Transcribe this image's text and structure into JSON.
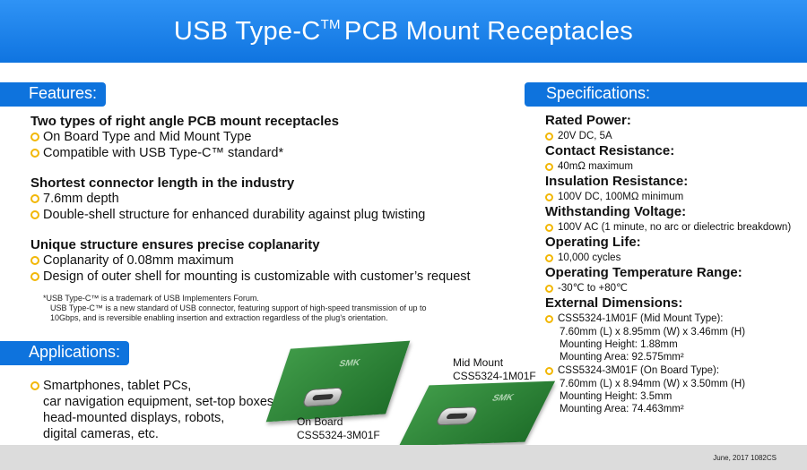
{
  "header": {
    "title": "USB Type-C",
    "tm": "TM",
    "title_rest": "PCB Mount Receptacles"
  },
  "features": {
    "tab": "Features:",
    "groups": [
      {
        "title": "Two types of right angle PCB mount receptacles",
        "items": [
          "On Board Type and Mid Mount Type",
          "Compatible with USB Type-C™ standard*"
        ]
      },
      {
        "title": "Shortest connector length in the industry",
        "items": [
          "7.6mm depth",
          "Double-shell structure for enhanced durability against plug twisting"
        ]
      },
      {
        "title": "Unique structure ensures precise coplanarity",
        "items": [
          "Coplanarity of 0.08mm maximum",
          "Design of outer shell for mounting is customizable with customer’s request"
        ]
      }
    ],
    "footnote_1": "*USB Type-C™ is a trademark of USB Implementers Forum.",
    "footnote_2": "USB Type-C™ is a new standard of USB connector, featuring support of high-speed transmission of up to",
    "footnote_3": "10Gbps, and is reversible enabling insertion and extraction regardless of the plug’s orientation."
  },
  "applications": {
    "tab": "Applications:",
    "lines": [
      "Smartphones, tablet PCs,",
      "car navigation equipment, set-top boxes,",
      "head-mounted displays, robots,",
      "digital cameras, etc."
    ]
  },
  "products": {
    "logo": "SMK",
    "mid_mount": {
      "label": "Mid Mount",
      "model": "CSS5324-1M01F"
    },
    "on_board": {
      "label": "On Board",
      "model": "CSS5324-3M01F"
    }
  },
  "specifications": {
    "tab": "Specifications:",
    "items": [
      {
        "name": "Rated Power:",
        "value": "20V DC, 5A"
      },
      {
        "name": "Contact Resistance:",
        "value": "40mΩ maximum"
      },
      {
        "name": "Insulation Resistance:",
        "value": "100V DC, 100MΩ minimum"
      },
      {
        "name": "Withstanding Voltage:",
        "value": "100V AC (1 minute, no arc or dielectric breakdown)"
      },
      {
        "name": "Operating Life:",
        "value": "10,000 cycles"
      },
      {
        "name": "Operating Temperature Range:",
        "value": "-30℃ to +80℃"
      }
    ],
    "dimensions": {
      "name": "External Dimensions:",
      "mid": [
        "CSS5324-1M01F (Mid Mount Type):",
        "7.60mm (L) x 8.95mm (W) x 3.46mm (H)",
        "Mounting Height: 1.88mm",
        "Mounting Area: 92.575mm²"
      ],
      "board": [
        "CSS5324-3M01F (On Board Type):",
        "7.60mm (L) x 8.94mm (W) x 3.50mm (H)",
        "Mounting Height: 3.5mm",
        "Mounting Area: 74.463mm²"
      ]
    }
  },
  "footer": {
    "date": "June, 2017 1082CS"
  },
  "colors": {
    "banner": "#1a82ec",
    "tab": "#0e73dd",
    "bullet": "#f2b705",
    "pcb": "#2f8a3a"
  }
}
